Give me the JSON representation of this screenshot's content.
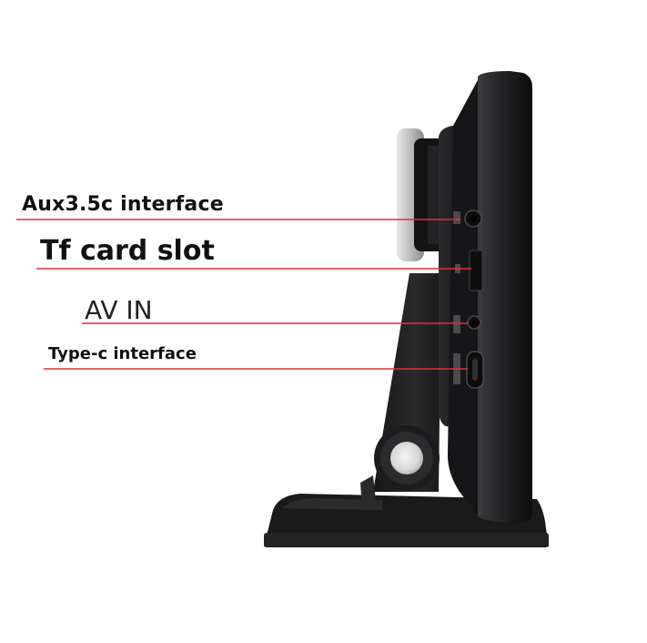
{
  "callouts": {
    "aux": "Aux3.5c interface",
    "tf": "Tf card slot",
    "av": "AV IN",
    "typec": "Type-c interface"
  },
  "colors": {
    "line": "#e03030",
    "device_body": "#1f1f21",
    "background": "#ffffff"
  }
}
